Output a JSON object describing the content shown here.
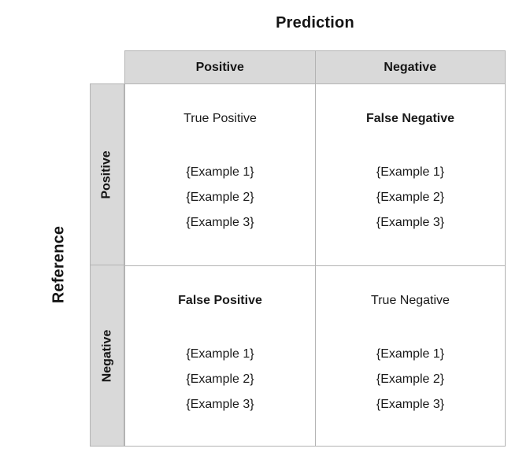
{
  "axes": {
    "prediction_label": "Prediction",
    "reference_label": "Reference"
  },
  "colors": {
    "header_fill": "#d9d9d9",
    "border": "#b3b3b3",
    "cell_fill": "#ffffff",
    "text": "#1a1a1a"
  },
  "column_headers": [
    {
      "label": "Positive"
    },
    {
      "label": "Negative"
    }
  ],
  "row_headers": [
    {
      "label": "Positive"
    },
    {
      "label": "Negative"
    }
  ],
  "cells": [
    {
      "id": "true-positive",
      "title": "True Positive",
      "bold": false,
      "examples": [
        "{Example 1}",
        "{Example 2}",
        "{Example 3}"
      ]
    },
    {
      "id": "false-negative",
      "title": "False Negative",
      "bold": true,
      "examples": [
        "{Example 1}",
        "{Example 2}",
        "{Example 3}"
      ]
    },
    {
      "id": "false-positive",
      "title": "False Positive",
      "bold": true,
      "examples": [
        "{Example 1}",
        "{Example 2}",
        "{Example 3}"
      ]
    },
    {
      "id": "true-negative",
      "title": "True Negative",
      "bold": false,
      "examples": [
        "{Example 1}",
        "{Example 2}",
        "{Example 3}"
      ]
    }
  ]
}
